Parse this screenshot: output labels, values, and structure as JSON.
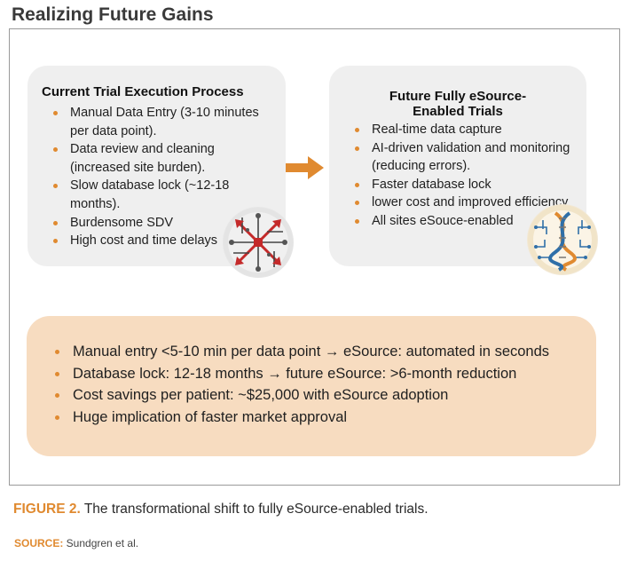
{
  "title": "Realizing Future Gains",
  "current_panel": {
    "heading": "Current Trial Execution Process",
    "items": [
      "Manual Data Entry (3-10 minutes per data point).",
      "Data review and cleaning (increased site burden).",
      "Slow database lock (~12-18 months).",
      "Burdensome SDV",
      "High cost and time delays"
    ]
  },
  "future_panel": {
    "heading_line1": "Future Fully eSource-",
    "heading_line2": "Enabled Trials",
    "items": [
      "Real-time data capture",
      "AI-driven validation and monitoring (reducing errors).",
      "Faster database lock",
      "lower cost and improved efficiency",
      "All sites eSouce-enabled"
    ]
  },
  "summary": {
    "items": [
      "Manual entry <5-10 min per data point → eSource: automated in seconds",
      "Database lock: 12-18 months → future eSource: >6-month reduction",
      "Cost savings per patient: ~$25,000 with eSource adoption",
      "Huge implication of faster market approval"
    ]
  },
  "caption": {
    "label": "FIGURE 2.",
    "text": " The transformational shift to fully eSource-enabled trials."
  },
  "source": {
    "label": "SOURCE:",
    "text": " Sundgren et al."
  },
  "colors": {
    "accent": "#e08a30",
    "panel_bg": "#efefef",
    "summary_bg": "#f7dcc0",
    "frame_border": "#9a9a9a"
  },
  "icons": [
    "right-arrow-icon",
    "process-network-icon",
    "dna-circuit-icon"
  ]
}
